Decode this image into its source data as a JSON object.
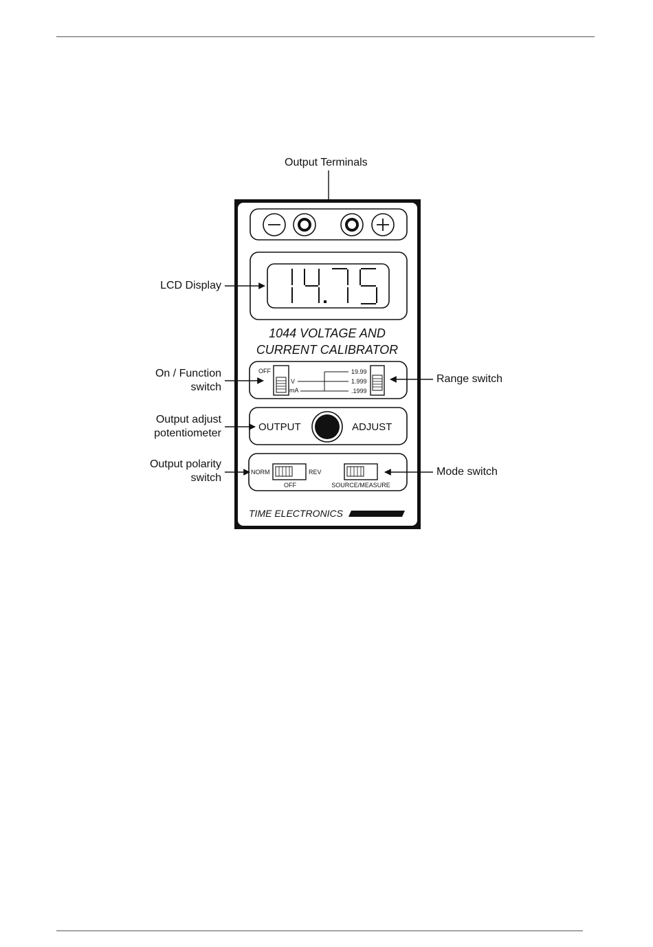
{
  "labels": {
    "output_terminals": "Output Terminals",
    "lcd_display": "LCD Display",
    "on_function_1": "On / Function",
    "on_function_2": "switch",
    "range_switch": "Range switch",
    "output_adjust_1": "Output adjust",
    "output_adjust_2": "potentiometer",
    "output_polarity_1": "Output polarity",
    "output_polarity_2": "switch",
    "mode_switch": "Mode switch"
  },
  "panel": {
    "terminal_minus": "−",
    "terminal_plus": "+",
    "display_value": "14.75",
    "title_line1": "1044 VOLTAGE AND",
    "title_line2": "CURRENT CALIBRATOR",
    "function_off": "OFF",
    "function_v": "V",
    "function_ma": "mA",
    "range_1": "19.99",
    "range_2": "1.999",
    "range_3": ".1999",
    "output_label": "OUTPUT",
    "adjust_label": "ADJUST",
    "polarity_norm": "NORM",
    "polarity_rev": "REV",
    "polarity_off": "OFF",
    "mode_label": "SOURCE/MEASURE",
    "brand": "TIME ELECTRONICS"
  }
}
